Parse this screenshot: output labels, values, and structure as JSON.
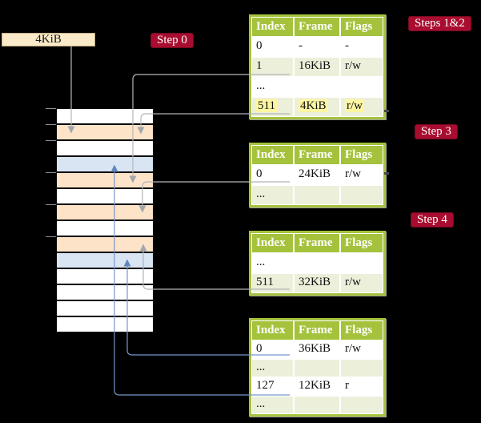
{
  "colors": {
    "background": "#000000",
    "table_header_green": "#a4c23c",
    "table_row_light_green": "#ecf0da",
    "table_row_white": "#ffffff",
    "memory_frame_peach": "#fde3c8",
    "memory_frame_blue": "#d9e5f3",
    "legend_cream": "#faeaca",
    "step_label_red": "#a80d2f",
    "highlight_yellow": "#fdf6a2",
    "arrow_gray": "#b2b5b8",
    "arrow_blue": "#7796ca"
  },
  "legend_box": {
    "label": "4KiB"
  },
  "step_labels": [
    {
      "label": "Step 0"
    },
    {
      "label": "Steps 1&2"
    },
    {
      "label": "Step 3"
    },
    {
      "label": "Step 4"
    }
  ],
  "memory_stack": {
    "rows": [
      {
        "fill": "white"
      },
      {
        "fill": "peach"
      },
      {
        "fill": "white"
      },
      {
        "fill": "blue"
      },
      {
        "fill": "peach"
      },
      {
        "fill": "white"
      },
      {
        "fill": "peach"
      },
      {
        "fill": "white"
      },
      {
        "fill": "peach"
      },
      {
        "fill": "blue"
      },
      {
        "fill": "white"
      },
      {
        "fill": "white"
      },
      {
        "fill": "white"
      },
      {
        "fill": "white"
      }
    ]
  },
  "tables": [
    {
      "title": "page table for steps 1 and 2",
      "headers": [
        "Index",
        "Frame",
        "Flags"
      ],
      "rows": [
        {
          "cells": [
            "0",
            "-",
            "-"
          ]
        },
        {
          "cells": [
            "1",
            "16KiB",
            "r/w"
          ]
        },
        {
          "cells": [
            "...",
            "",
            ""
          ]
        },
        {
          "cells": [
            "511",
            "4KiB",
            "r/w"
          ],
          "highlighted": true
        }
      ]
    },
    {
      "title": "page table for step 3",
      "headers": [
        "Index",
        "Frame",
        "Flags"
      ],
      "rows": [
        {
          "cells": [
            "0",
            "24KiB",
            "r/w"
          ]
        },
        {
          "cells": [
            "...",
            "",
            ""
          ]
        }
      ]
    },
    {
      "title": "page table for step 4",
      "headers": [
        "Index",
        "Frame",
        "Flags"
      ],
      "rows": [
        {
          "cells": [
            "...",
            "",
            ""
          ]
        },
        {
          "cells": [
            "511",
            "32KiB",
            "r/w"
          ]
        }
      ]
    },
    {
      "title": "final level page table",
      "headers": [
        "Index",
        "Frame",
        "Flags"
      ],
      "rows": [
        {
          "cells": [
            "0",
            "36KiB",
            "r/w"
          ]
        },
        {
          "cells": [
            "...",
            "",
            ""
          ]
        },
        {
          "cells": [
            "127",
            "12KiB",
            "r"
          ]
        },
        {
          "cells": [
            "...",
            "",
            ""
          ]
        }
      ]
    }
  ]
}
